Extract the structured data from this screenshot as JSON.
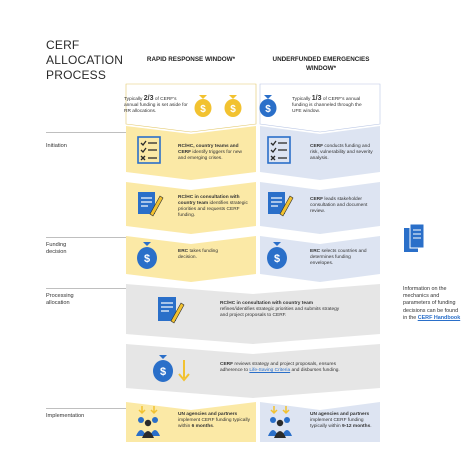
{
  "title": "CERF ALLOCATION PROCESS",
  "columns": {
    "rr": "RAPID RESPONSE WINDOW*",
    "ufe": "UNDERFUNDED EMERGENCIES WINDOW*"
  },
  "stages": {
    "initiation": "Initiation",
    "funding": "Funding decision",
    "processing": "Processing allocation",
    "implementation": "Implementation"
  },
  "funding_share": {
    "rr": {
      "pre": "Typically",
      "fraction": "2/3",
      "post": "of CERF's annual funding is set aside for RR allocations."
    },
    "ufe": {
      "pre": "Typically",
      "fraction": "1/3",
      "post": "of CERF's annual funding is channeled through the UFE window."
    }
  },
  "rr_steps": [
    {
      "bold": "RC/HC, country teams and CERF",
      "text": " identify triggers for new and emerging crises."
    },
    {
      "bold": "RC/HC in consultation with country team",
      "text": " identifies strategic priorities and requests CERF funding."
    },
    {
      "bold": "ERC",
      "text": " takes funding decision."
    }
  ],
  "ufe_steps": [
    {
      "bold": "CERF",
      "text": " conducts funding and risk, vulnerability and severity analysis."
    },
    {
      "bold": "CERF",
      "text": " leads stakeholder consultation and document review."
    },
    {
      "bold": "ERC",
      "text": " selects countries and determines funding envelopes."
    }
  ],
  "shared_steps": [
    {
      "bold": "RC/HC in consultation with country team",
      "text": " refines/identifies strategic priorities and submits strategy and project proposals to CERF."
    },
    {
      "bold": "CERF",
      "text": " reviews strategy and project proposals, ensures adherence to ",
      "link": "Life-Saving Criteria",
      "after": " and disburses funding."
    }
  ],
  "implementation": {
    "rr": {
      "bold": "UN agencies and partners",
      "text": " implement CERF funding typically within ",
      "time": "6 months",
      "end": "."
    },
    "ufe": {
      "bold": "UN agencies and partners",
      "text": " implement CERF funding typically within ",
      "time": "9-12 months",
      "end": "."
    }
  },
  "sidenote": {
    "text": "Information on the mechanics and parameters of funding decisions can be found in the",
    "link": "CERF Handbook"
  },
  "colors": {
    "rr_fill": "#fbe9a6",
    "ufe_fill": "#dde4f2",
    "shared_fill": "#e6e6e6",
    "icon_blue": "#2a6fc9",
    "icon_yellow": "#f2c230",
    "dark": "#2b2b2b"
  },
  "icons": [
    "money-bag-icon",
    "checklist-icon",
    "document-pen-icon",
    "money-bag-down-arrow-icon",
    "people-arrows-icon",
    "documents-icon"
  ]
}
